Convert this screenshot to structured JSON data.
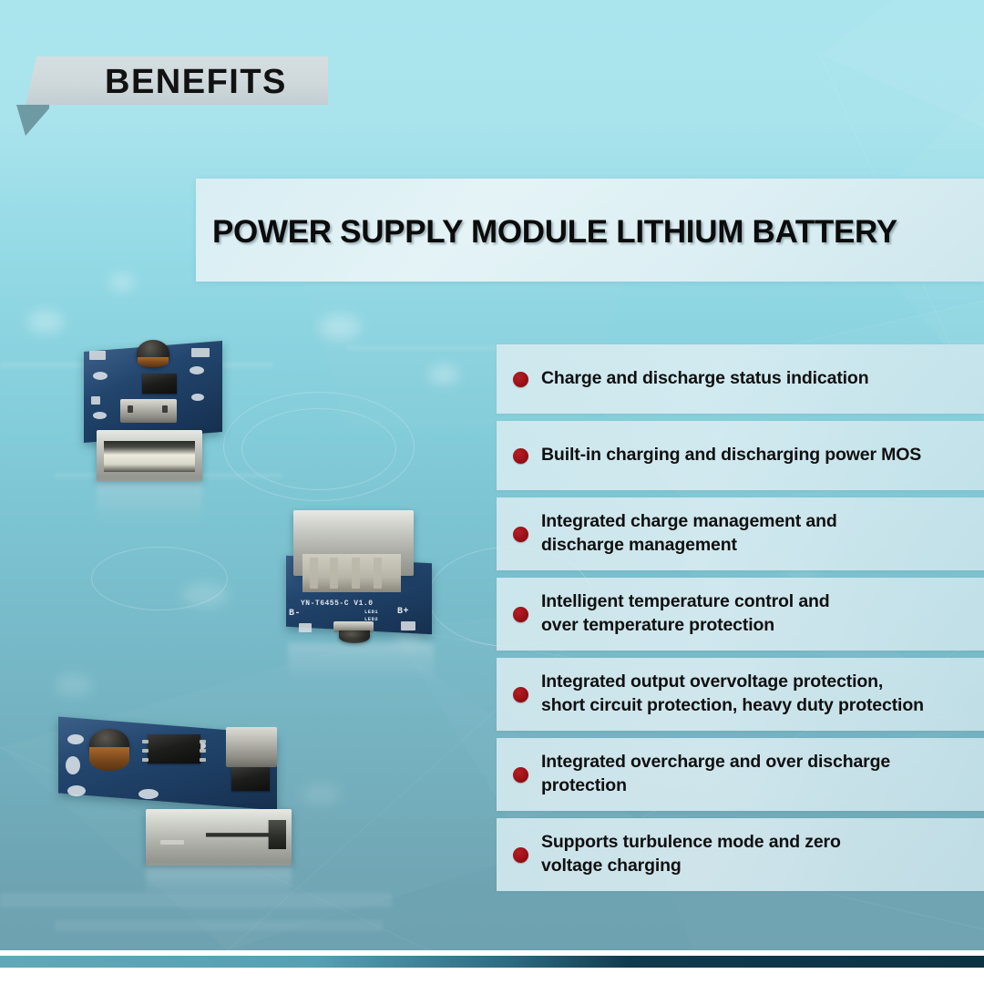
{
  "ribbon": {
    "label": "BENEFITS"
  },
  "title": {
    "text": "POWER SUPPLY MODULE LITHIUM BATTERY"
  },
  "benefits": {
    "items": [
      {
        "text": "Charge and discharge status indication",
        "lines": 1
      },
      {
        "text": "Built-in charging and discharging power MOS",
        "lines": 1
      },
      {
        "text": "Integrated charge management and\ndischarge management",
        "lines": 2
      },
      {
        "text": "Intelligent temperature control and\nover temperature protection",
        "lines": 2
      },
      {
        "text": "Integrated output overvoltage protection,\nshort circuit protection, heavy duty protection",
        "lines": 2
      },
      {
        "text": "Integrated overcharge and over discharge\nprotection",
        "lines": 2
      },
      {
        "text": "Supports turbulence mode and zero\nvoltage charging",
        "lines": 2
      }
    ]
  },
  "product_photos": {
    "board_middle_silkscreen": {
      "part_number": "YN-T6455-C V1.0",
      "terminal_negative": "B-",
      "terminal_positive": "B+",
      "led1": "LED1",
      "led2": "LED2"
    }
  },
  "colors": {
    "bullet_red": "#9c0f16",
    "background_top": "#aae5ee",
    "background_bottom": "#6fa2b0",
    "ribbon_gray": "#cfd9dc",
    "panel_tint": "#d6ebf0",
    "bottom_bar_left": "#5fa8b8",
    "bottom_bar_right": "#0d3244",
    "text_dark": "#101010"
  }
}
